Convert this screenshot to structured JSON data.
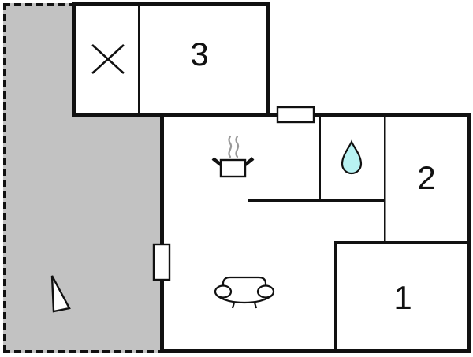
{
  "rooms": {
    "room1": {
      "label": "1"
    },
    "room2": {
      "label": "2"
    },
    "room3": {
      "label": "3"
    }
  },
  "icons": {
    "window_cross": "x-window-marker",
    "stove": "pot-with-steam",
    "water_drop": "droplet",
    "sofa": "couch-front-view",
    "north_arrow": "triangle-pointer",
    "window_top": "window-marker",
    "window_left": "window-marker"
  },
  "colors": {
    "background": "#ffffff",
    "wall": "#111111",
    "terrace_fill": "#c2c2c2",
    "water_drop_fill": "#b8f2f2",
    "steam": "#999999"
  }
}
